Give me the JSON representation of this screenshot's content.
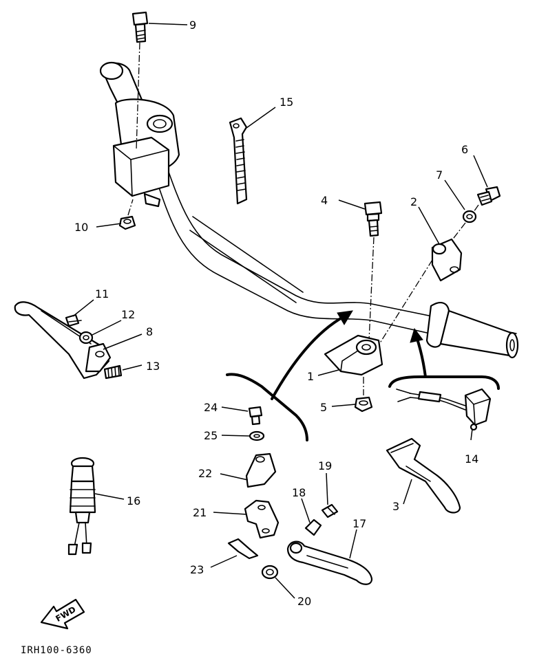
{
  "diagram": {
    "part_numbers": {
      "p1": "1",
      "p2": "2",
      "p3": "3",
      "p4": "4",
      "p5": "5",
      "p6": "6",
      "p7": "7",
      "p8": "8",
      "p9": "9",
      "p10": "10",
      "p11": "11",
      "p12": "12",
      "p13": "13",
      "p14": "14",
      "p15": "15",
      "p16": "16",
      "p17": "17",
      "p18": "18",
      "p19": "19",
      "p20": "20",
      "p21": "21",
      "p22": "22",
      "p23": "23",
      "p24": "24",
      "p25": "25"
    },
    "fwd_label": "FWD",
    "drawing_code": "IRH100-6360"
  }
}
